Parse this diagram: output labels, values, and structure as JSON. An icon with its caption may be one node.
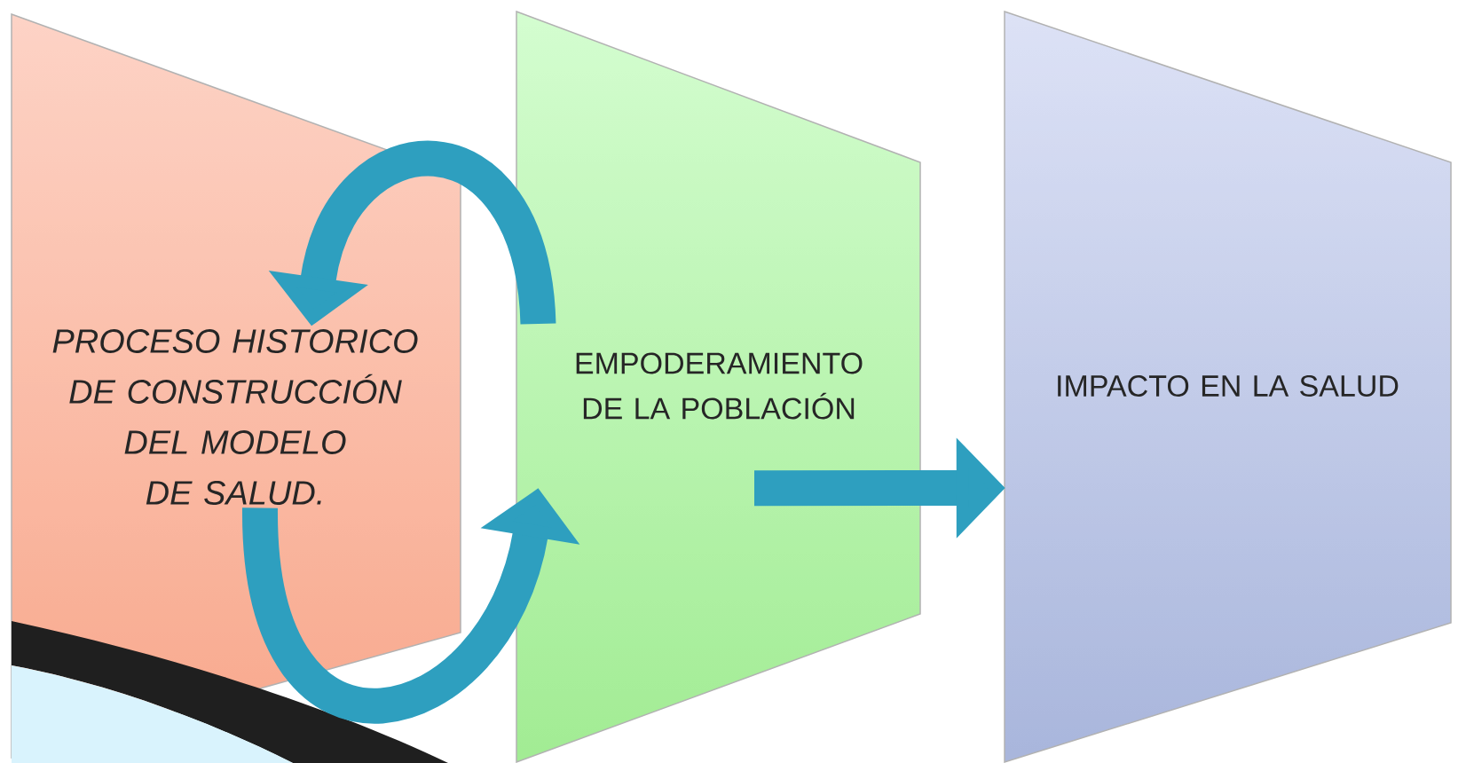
{
  "diagram": {
    "nodes": [
      {
        "text": [
          "PROCESO HISTORICO DE CONSTRUCCIÓN DEL MODELO DE SALUD."
        ]
      },
      {
        "text": [
          "EMPODERAMIENTO DE LA POBLACIÓN"
        ]
      },
      {
        "text": [
          "IMPACTO EN LA SALUD"
        ]
      }
    ],
    "edges": [
      {
        "from": 1,
        "to": 0,
        "arrow": "to"
      },
      {
        "from": 0,
        "to": 1,
        "arrow": "to"
      },
      {
        "from": 1,
        "to": 2,
        "arrow": "to"
      }
    ]
  }
}
